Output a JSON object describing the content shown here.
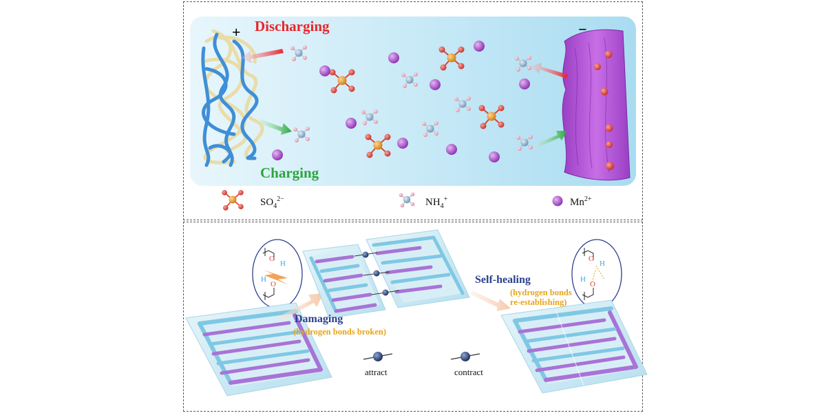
{
  "top": {
    "discharging": "Discharging",
    "charging": "Charging",
    "plus": "+",
    "minus": "−",
    "legend": {
      "sulfate_base": "SO",
      "sulfate_sub": "4",
      "sulfate_sup": "2−",
      "ammonium_base": "NH",
      "ammonium_sub": "4",
      "ammonium_sup": "+",
      "manganese_base": "Mn",
      "manganese_sup": "2+"
    }
  },
  "bottom": {
    "damaging": "Damaging",
    "damaging_note": "(hydrogen bonds broken)",
    "self_healing": "Self-healing",
    "self_healing_note_1": "(hydrogen bonds",
    "self_healing_note_2": "re-establishing)",
    "attract": "attract",
    "contract": "contract",
    "atom_o": "O",
    "atom_h": "H"
  },
  "colors": {
    "discharging": "#e8262b",
    "charging": "#2aa63a",
    "mn_ion": "#a24cc4",
    "sulfur": "#e39523",
    "oxygen": "#d8433a",
    "nitrogen": "#8fb0cc",
    "hydrogen": "#e9b3c4",
    "electrode_purple": "#b34fd6",
    "interdigital_blue": "#7fc8e4",
    "interdigital_purple": "#a873d6"
  },
  "icons": [
    "sulfate-icon",
    "ammonium-icon",
    "manganese-ion-icon",
    "spring-bead-icon",
    "arrow-icon"
  ]
}
